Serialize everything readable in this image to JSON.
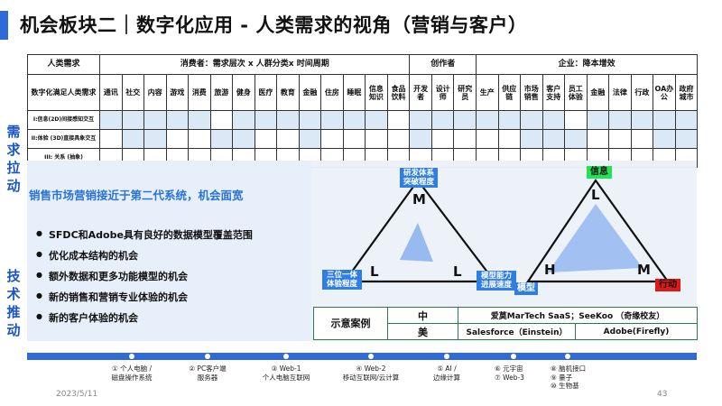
{
  "slide": {
    "title": "机会板块二｜数字化应用 - 人类需求的视角（营销与客户）",
    "date": "2023/5/11",
    "page_number": "43",
    "accent_color": "#2f6bd8"
  },
  "side_labels": {
    "demand": [
      "需",
      "求",
      "拉",
      "动"
    ],
    "tech": [
      "技",
      "术",
      "推",
      "动"
    ]
  },
  "grid": {
    "corner_header": "人类需求",
    "group_consumer": "消费者：需求层次 x 人群分类x 时间周期",
    "group_creator": "创作者",
    "group_enterprise": "企业：降本增效",
    "row_header": "数字化满足人类需求",
    "columns": [
      "通讯",
      "社交",
      "内容",
      "游戏",
      "消费",
      "旅游",
      "健身",
      "医疗",
      "教育",
      "金融",
      "住房",
      "睡眠",
      "信息知识",
      "食品饮料",
      "开发者",
      "设计师",
      "研究员",
      "生产",
      "供应链",
      "市场销售",
      "客户支持",
      "员工体验",
      "金融",
      "法律",
      "行政",
      "OA办公",
      "政府城市"
    ],
    "rows": [
      {
        "label": "I:信息(2D)间接感知交互",
        "shaded": [
          1,
          2,
          3,
          4,
          5,
          7,
          8,
          9,
          10,
          11,
          12,
          13,
          15,
          16,
          17,
          18,
          19,
          20,
          21,
          23,
          24,
          25,
          26,
          27
        ]
      },
      {
        "label": "II:体验 (3D)直接具象交互",
        "shaded": [
          2,
          3,
          6,
          7,
          10,
          15,
          20,
          21,
          22,
          26,
          27
        ]
      },
      {
        "label": "III: 关系 (抽象)",
        "shaded": []
      }
    ]
  },
  "panel": {
    "heading": "销售市场营销接近于第二代系统，机会面宽",
    "bullets": [
      "SFDC和Adobe具有良好的数据模型覆盖范围",
      "优化成本结构的机会",
      "额外数据和更多功能模型的机会",
      "新的销售和营销专业体验的机会",
      "新的客户体验的机会"
    ]
  },
  "triangle_left": {
    "top_tag": "研发体系突破程度",
    "left_tag": "三位一体体验程度",
    "vertex_top": "M",
    "vertex_left": "L",
    "vertex_right": "L"
  },
  "triangle_right": {
    "top_tag": "信息",
    "left_tag_1": "模型能力进展速度",
    "left_tag_2": "模型",
    "right_tag": "行动",
    "vertex_top": "L",
    "vertex_left": "H",
    "vertex_right": "M"
  },
  "examples": {
    "label": "示意案例",
    "rows": [
      {
        "level": "中",
        "cells": [
          "爱莫MarTech SaaS；SeeKoo （奇缘校友）"
        ]
      },
      {
        "level": "美",
        "cells": [
          "Salesforce（Einstein）",
          "Adobe(Firefly)"
        ]
      }
    ]
  },
  "timeline": {
    "color": "#2f6bd8",
    "milestones": [
      {
        "lines": [
          "① 个人电脑 /",
          "磁盘操作系统"
        ]
      },
      {
        "lines": [
          "② PC客户端",
          "服务器"
        ]
      },
      {
        "lines": [
          "③ Web-1",
          "个人电脑互联网"
        ]
      },
      {
        "lines": [
          "④ Web-2",
          "移动互联网/云计算"
        ]
      },
      {
        "lines": [
          "⑤ AI /",
          "边缘计算"
        ]
      },
      {
        "lines": [
          "⑥ 元宇宙",
          "⑦ Web-3"
        ]
      },
      {
        "lines": [
          "⑧ 脑机接口",
          "⑨ 量子",
          "⑩ 生物基"
        ]
      }
    ]
  }
}
